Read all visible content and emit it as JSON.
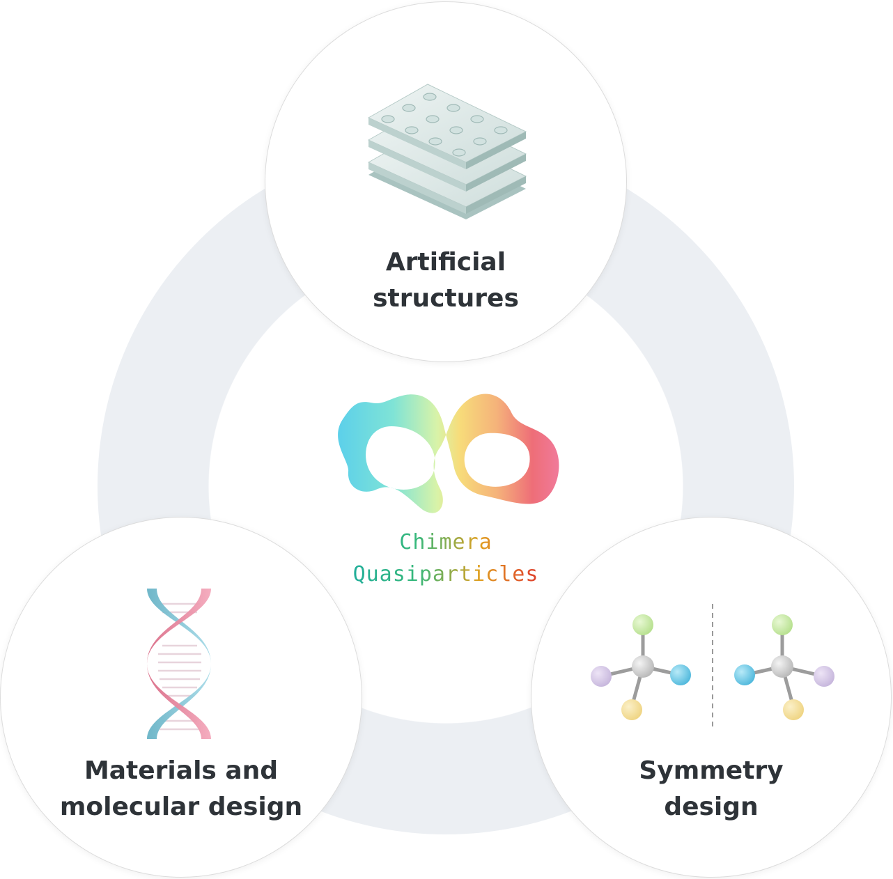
{
  "diagram": {
    "center": {
      "title_line1": "Chimera",
      "title_line2": "Quasiparticles",
      "icon": "chimera-infinity-logo"
    },
    "nodes": [
      {
        "id": "top",
        "label_line1": "Artificial",
        "label_line2": "structures",
        "icon": "stacked-plates-icon"
      },
      {
        "id": "left",
        "label_line1": "Materials and",
        "label_line2": "molecular design",
        "icon": "dna-helix-icon"
      },
      {
        "id": "right",
        "label_line1": "Symmetry",
        "label_line2": "design",
        "icon": "mirror-molecules-icon"
      }
    ],
    "colors": {
      "ring": "#eceff3",
      "label": "#2e3338",
      "title_gradient_start": "#11a7b0",
      "title_gradient_end": "#c4102a"
    }
  }
}
